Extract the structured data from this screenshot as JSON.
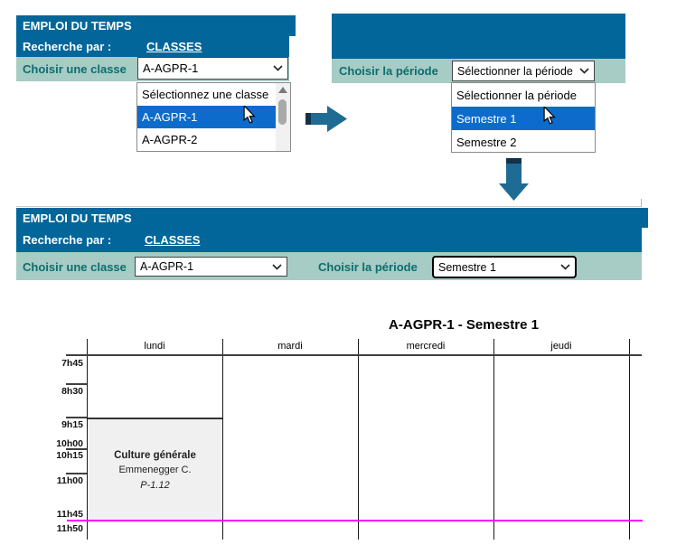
{
  "classes_panel": {
    "title": "EMPLOI DU TEMPS",
    "search_label": "Recherche par :",
    "search_link": "CLASSES",
    "field_label": "Choisir une classe",
    "select_value": "A-AGPR-1",
    "options": [
      "Sélectionnez une classe",
      "A-AGPR-1",
      "A-AGPR-2"
    ]
  },
  "periode_panel": {
    "field_label": "Choisir la période",
    "select_value": "Sélectionner la période",
    "options": [
      "Sélectionner la période",
      "Semestre 1",
      "Semestre 2"
    ]
  },
  "result_panel": {
    "title": "EMPLOI DU TEMPS",
    "search_label": "Recherche par :",
    "search_link": "CLASSES",
    "class_label": "Choisir une classe",
    "class_value": "A-AGPR-1",
    "periode_label": "Choisir la période",
    "periode_value": "Semestre 1"
  },
  "timetable": {
    "title": "A-AGPR-1 - Semestre 1",
    "days": [
      "lundi",
      "mardi",
      "mercredi",
      "jeudi"
    ],
    "times": [
      "7h45",
      "8h30",
      "9h15",
      "10h00",
      "10h15",
      "11h00",
      "11h45",
      "11h50"
    ],
    "events": [
      {
        "day": "lundi",
        "start": "9h15",
        "end": "11h45",
        "subject": "Culture générale",
        "teacher": "Emmenegger C.",
        "room": "P-1.12"
      }
    ]
  },
  "colors": {
    "header_blue": "#02669a",
    "row_teal": "#a6ccc5",
    "label_teal": "#0d6e6e",
    "selection_blue": "#0d6bcb",
    "time_marker_magenta": "#ff00ff",
    "arrow_teal": "#1e6b94"
  }
}
